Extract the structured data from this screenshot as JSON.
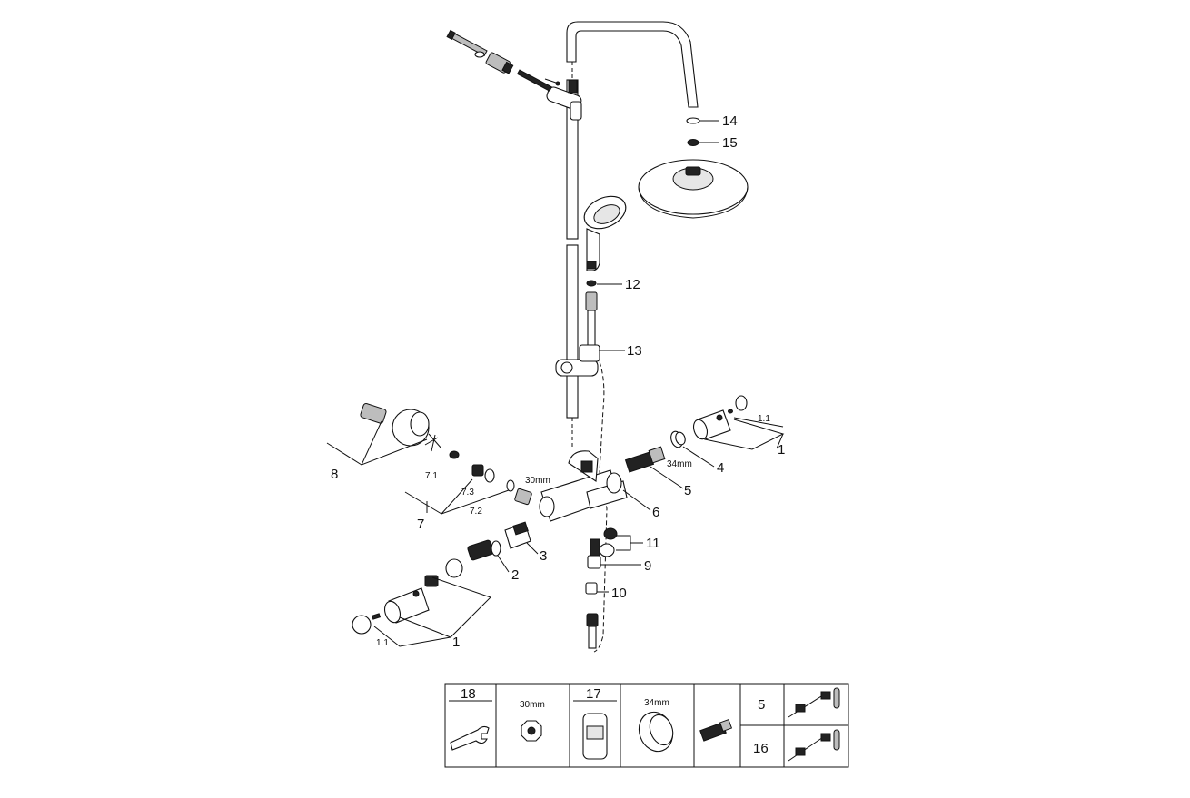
{
  "callouts": {
    "c14": "14",
    "c15": "15",
    "c12": "12",
    "c13": "13",
    "c1_upper": "1",
    "c1_1_upper": "1.1",
    "c4": "4",
    "c34mm_upper": "34mm",
    "c5": "5",
    "c6": "6",
    "c8": "8",
    "c7_1": "7.1",
    "c7_3": "7.3",
    "c7_2": "7.2",
    "c7": "7",
    "c30mm_upper": "30mm",
    "c3": "3",
    "c2": "2",
    "c11": "11",
    "c9": "9",
    "c10": "10",
    "c1_lower": "1",
    "c1_1_lower": "1.1"
  },
  "legend_table": {
    "cell18_number": "18",
    "cell30mm_label": "30mm",
    "cell17_number": "17",
    "cell34mm_label": "34mm",
    "cell5_number": "5",
    "cell16_number": "16"
  }
}
